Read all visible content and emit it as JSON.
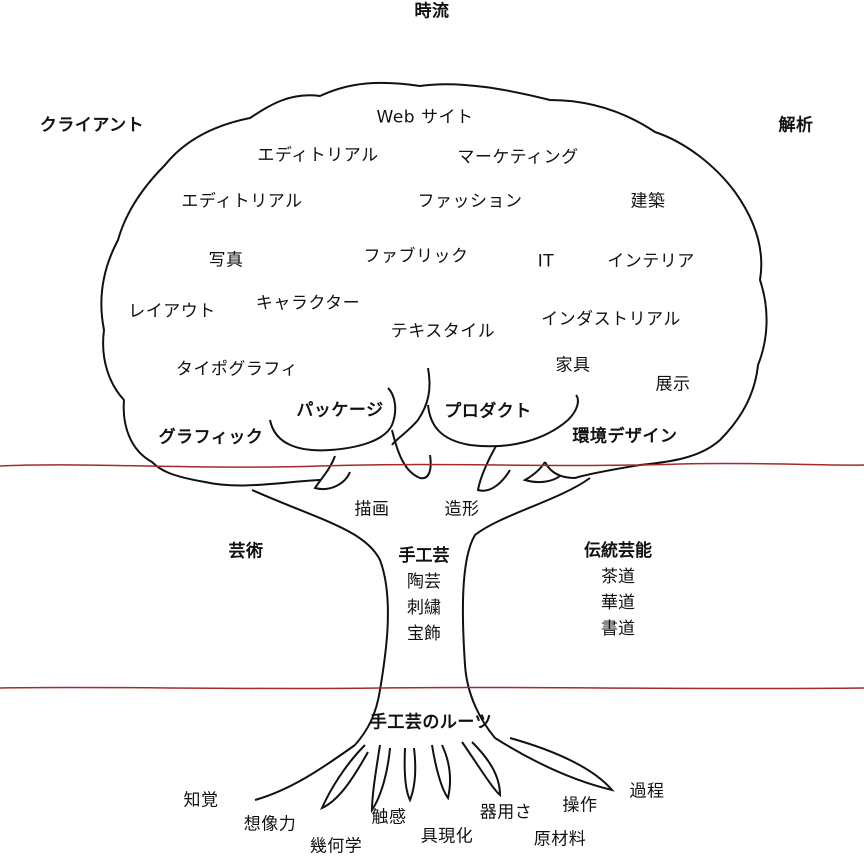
{
  "top_label": "時流",
  "corners": {
    "left": "クライアント",
    "right": "解析"
  },
  "canopy": {
    "web": "Web サイト",
    "editorial_1": "エディトリアル",
    "marketing": "マーケティング",
    "editorial_2": "エディトリアル",
    "fashion": "ファッション",
    "architecture": "建築",
    "photo": "写真",
    "fabric": "ファブリック",
    "it": "IT",
    "interior": "インテリア",
    "layout": "レイアウト",
    "character": "キャラクター",
    "textile": "テキスタイル",
    "industrial": "インダストリアル",
    "typography": "タイポグラフィ",
    "furniture": "家具",
    "exhibition": "展示"
  },
  "branches": {
    "package": "パッケージ",
    "product": "プロダクト",
    "graphic": "グラフィック",
    "environment": "環境デザイン"
  },
  "trunk": {
    "drawing": "描画",
    "modeling": "造形",
    "arts": "芸術",
    "crafts": {
      "title": "手工芸",
      "items": [
        "陶芸",
        "刺繍",
        "宝飾"
      ]
    },
    "traditional": {
      "title": "伝統芸能",
      "items": [
        "茶道",
        "華道",
        "書道"
      ]
    }
  },
  "roots": {
    "title": "手工芸のルーツ",
    "perception": "知覚",
    "imagination": "想像力",
    "geometry": "幾何学",
    "touch": "触感",
    "embodiment": "具現化",
    "dexterity": "器用さ",
    "materials": "原材料",
    "operation": "操作",
    "process": "過程"
  },
  "colors": {
    "outline": "#111111",
    "divider": "#a52a2a",
    "background": "#ffffff"
  }
}
